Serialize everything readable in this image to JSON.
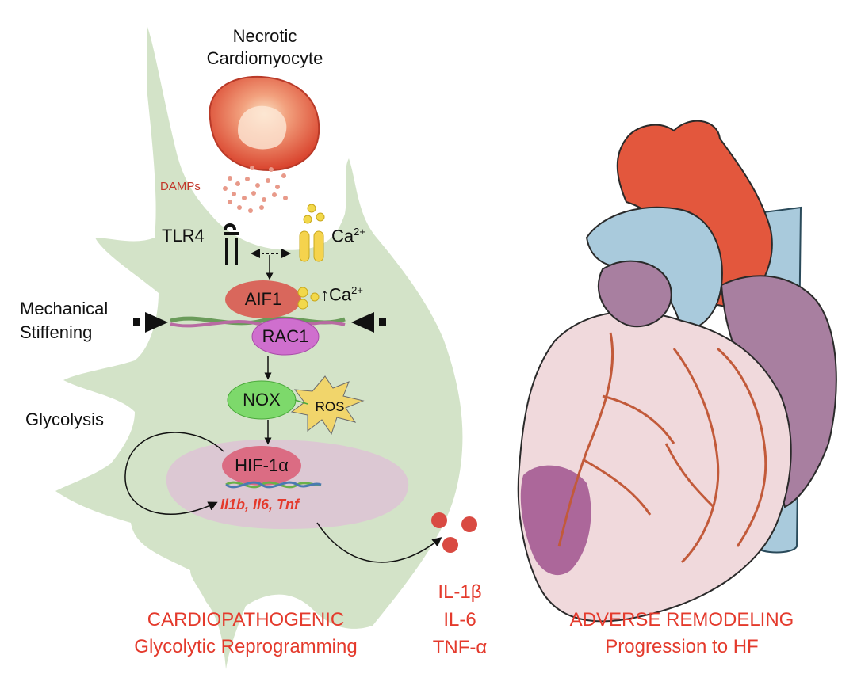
{
  "labels": {
    "necrotic_line1": "Necrotic",
    "necrotic_line2": "Cardiomyocyte",
    "damps": "DAMPs",
    "tlr4": "TLR4",
    "ca_channel": "Ca",
    "ca_channel_sup": "2+",
    "aif1": "AIF1",
    "ca_rise": "↑Ca",
    "ca_rise_sup": "2+",
    "mech_line1": "Mechanical",
    "mech_line2": "Stiffening",
    "rac1": "RAC1",
    "nox": "NOX",
    "ros": "ROS",
    "glycolysis": "Glycolysis",
    "hif": "HIF-1α",
    "genes": "Il1b, Il6, Tnf",
    "cytokine_1": "IL-1β",
    "cytokine_2": "IL-6",
    "cytokine_3": "TNF-α",
    "left_title": "CARDIOPATHOGENIC",
    "left_subtitle": "Glycolytic Reprogramming",
    "right_title": "ADVERSE REMODELING",
    "right_subtitle": "Progression to HF"
  },
  "colors": {
    "macrophage": "#d3e3c8",
    "nucleus": "#dcc8d3",
    "aif1": "#d9675c",
    "rac1": "#cf6fce",
    "nox": "#7dd96b",
    "ros": "#f1d56b",
    "hif": "#db6c83",
    "accent_text": "#e43a2c",
    "cytokine_dot": "#d94a42",
    "aorta": "#e3573d",
    "vessel": "#a9cadc",
    "heart_body": "#f0d9dc",
    "heart_purple": "#a87fa0"
  }
}
